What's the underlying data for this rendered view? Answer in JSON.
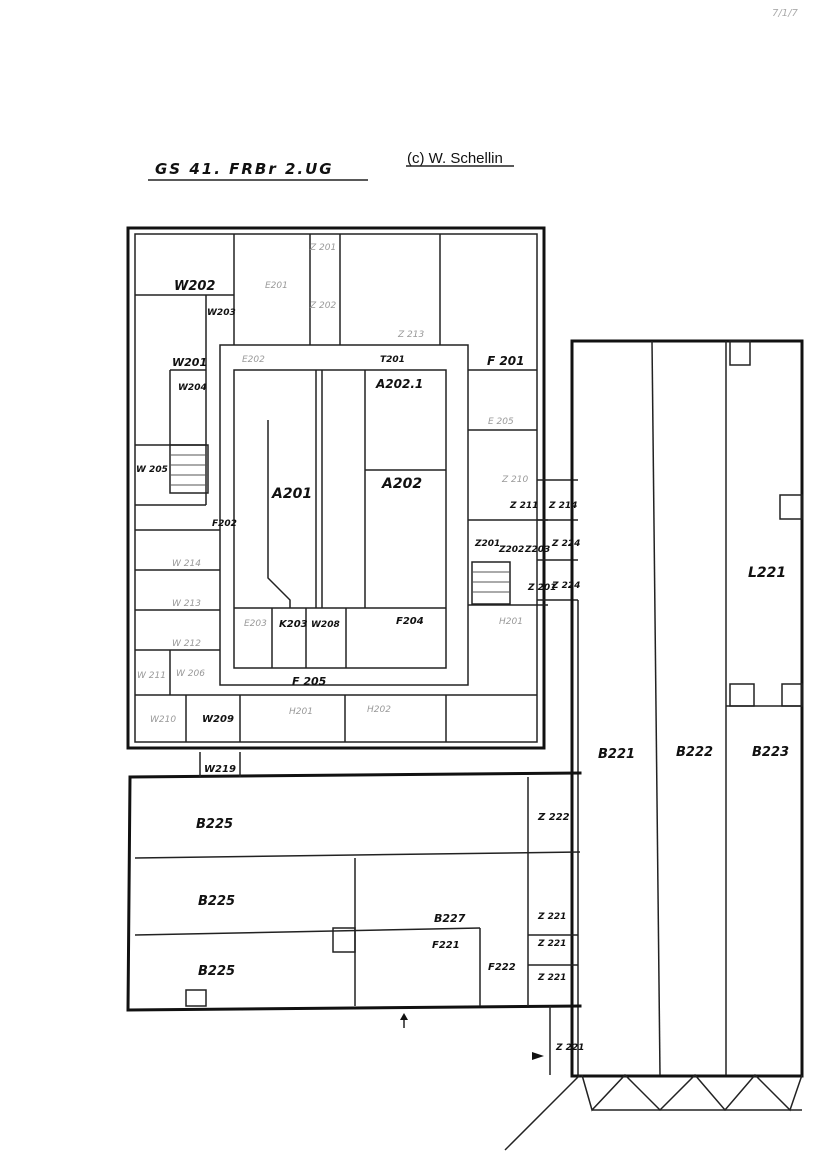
{
  "header": {
    "title_left": "GS 41. FRBr 2.UG",
    "copyright": "(c) W. Schellin",
    "corner_mark": "7/1/7"
  },
  "rooms": {
    "w202": "W202",
    "w203": "W203",
    "w201": "W201",
    "w204": "W204",
    "w205": "W 205",
    "r_top_1": "Z 201",
    "r_top_2": "Z 202",
    "r_top_3": "Z 213",
    "e201": "E201",
    "e202": "E202",
    "e205": "E 205",
    "t201": "T201",
    "a2021": "A202.1",
    "a201": "A201",
    "a202": "A202",
    "f201": "F 201",
    "f202": "F202",
    "z210": "Z 210",
    "z211": "Z 211",
    "z214": "Z 214",
    "z201a": "Z201",
    "z202": "Z202",
    "z203": "Z203",
    "z224a": "Z 224",
    "z201b": "Z 201",
    "z224b": "Z 224",
    "l221": "L221",
    "w214": "W 214",
    "w213": "W 213",
    "w212": "W 212",
    "w211": "W 211",
    "w206": "W 206",
    "e203": "E203",
    "k203": "K203",
    "w208": "W208",
    "f204": "F204",
    "h201": "H201",
    "f205": "F 205",
    "w210": "W210",
    "w209": "W209",
    "h201b": "H201",
    "h202": "H202",
    "w219": "W219",
    "b221": "B221",
    "b222": "B222",
    "b223": "B223",
    "b225a": "B225",
    "b225b": "B225",
    "b225c": "B225",
    "z222a": "Z 222",
    "b227": "B227",
    "f221": "F221",
    "f222": "F222",
    "z221a": "Z 221",
    "z221b": "Z 221",
    "z221c": "Z 221",
    "z221d": "Z 221"
  },
  "colors": {
    "ink": "#111111",
    "paper": "#ffffff",
    "faint": "#999999"
  }
}
